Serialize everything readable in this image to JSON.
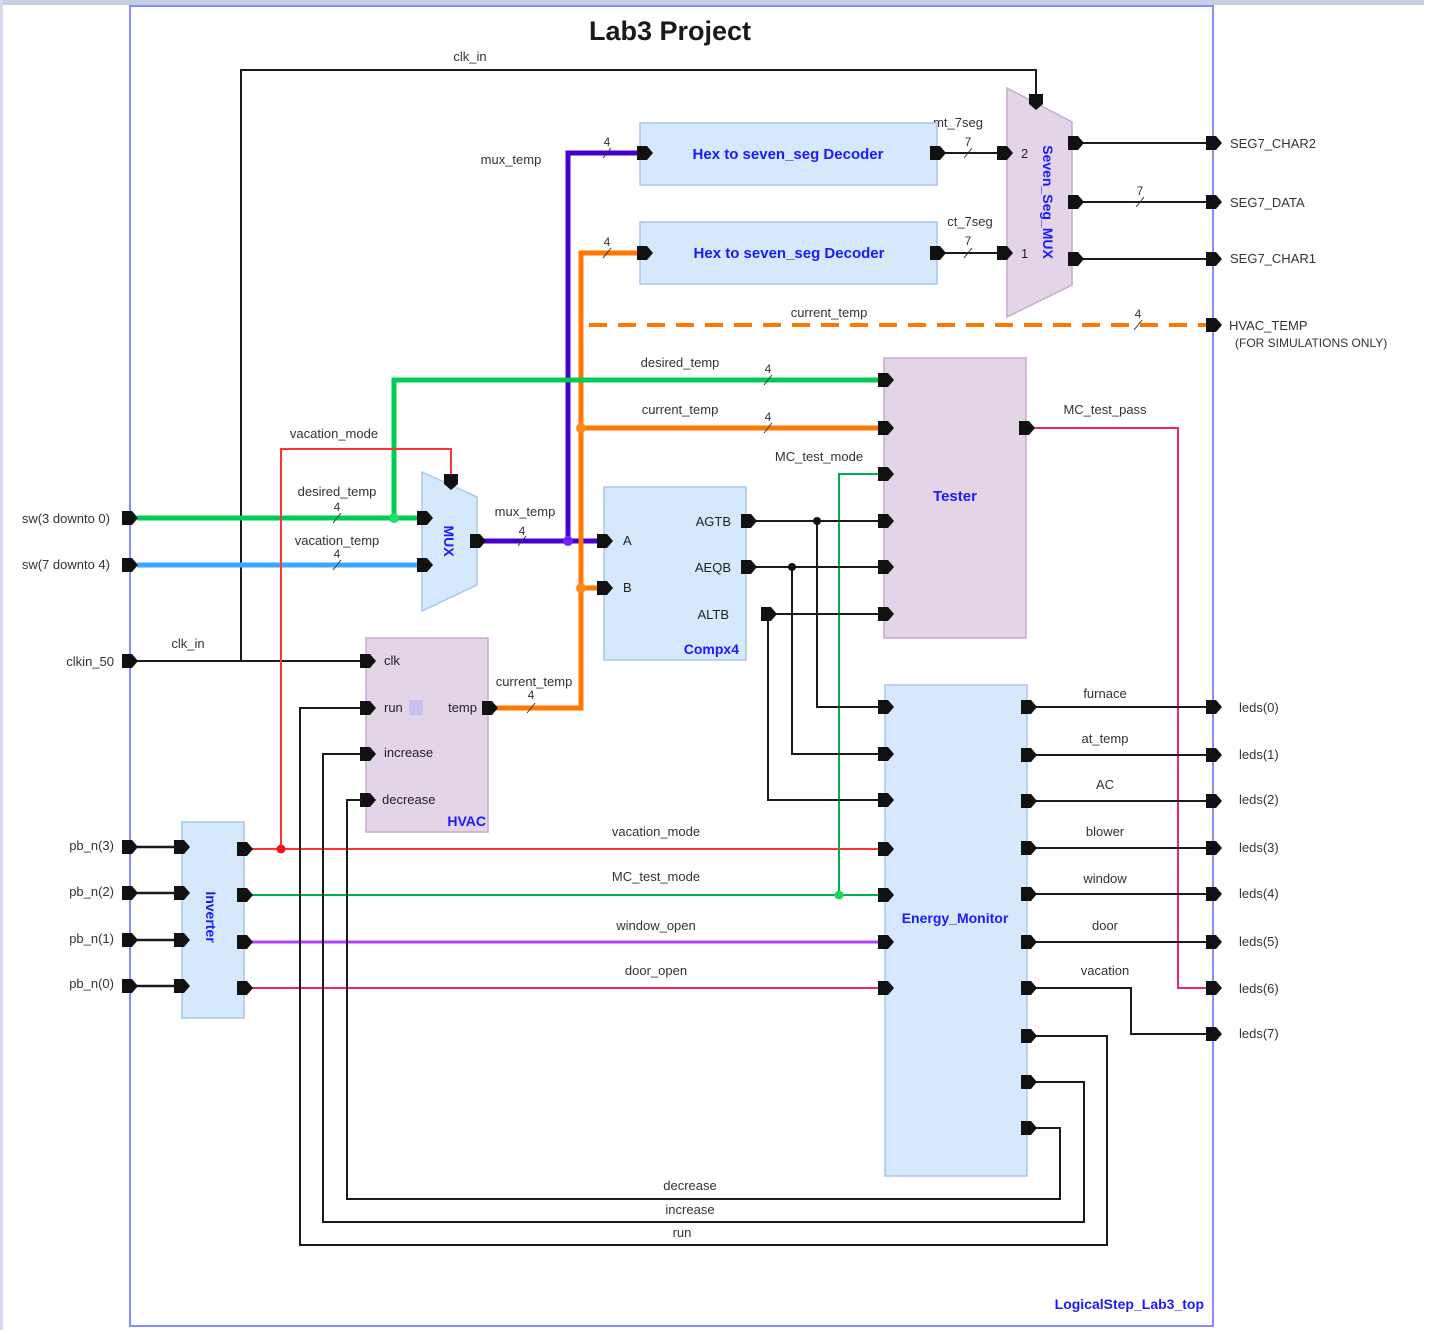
{
  "title": "Lab3 Project",
  "frame_label": "LogicalStep_Lab3_top",
  "colors": {
    "frame": "#8a8aff",
    "block_blue_fill": "#d6e8fc",
    "block_blue_stroke": "#a9c6ea",
    "block_purple_fill": "#e4d4e8",
    "block_purple_stroke": "#c9a9cf",
    "block_label": "#1a1aff",
    "wire_black": "#1a1a1a",
    "wire_green": "#00cc55",
    "wire_blue": "#3aa8ff",
    "wire_purple": "#4400cc",
    "wire_orange": "#ff7700",
    "wire_red": "#ff3333",
    "wire_test_green": "#00b050",
    "wire_violet": "#b040ff",
    "wire_pink": "#ee2277"
  },
  "inputs": {
    "sw_low": "sw(3 downto 0)",
    "sw_high": "sw(7 downto 4)",
    "clk": "clkin_50",
    "pb3": "pb_n(3)",
    "pb2": "pb_n(2)",
    "pb1": "pb_n(1)",
    "pb0": "pb_n(0)"
  },
  "outputs": {
    "seg7_char2": "SEG7_CHAR2",
    "seg7_data": "SEG7_DATA",
    "seg7_char1": "SEG7_CHAR1",
    "hvac_temp": "HVAC_TEMP",
    "hvac_temp_note": "(FOR SIMULATIONS ONLY)",
    "leds": [
      "leds(0)",
      "leds(1)",
      "leds(2)",
      "leds(3)",
      "leds(4)",
      "leds(5)",
      "leds(6)",
      "leds(7)"
    ]
  },
  "blocks": {
    "decoder_top": "Hex to seven_seg Decoder",
    "decoder_bottom": "Hex to seven_seg Decoder",
    "seven_seg_mux": "Seven_Seg_MUX",
    "mux": "MUX",
    "compx4": "Compx4",
    "tester": "Tester",
    "hvac": "HVAC",
    "inverter": "Inverter",
    "energy_monitor": "Energy_Monitor"
  },
  "ports": {
    "seg_mux_in2": "2",
    "seg_mux_in1": "1",
    "compx4_a": "A",
    "compx4_b": "B",
    "compx4_agtb": "AGTB",
    "compx4_aeqb": "AEQB",
    "compx4_altb": "ALTB",
    "hvac_clk": "clk",
    "hvac_run": "run",
    "hvac_increase": "increase",
    "hvac_decrease": "decrease",
    "hvac_temp": "temp"
  },
  "signals": {
    "clk_in_top": "clk_in",
    "clk_in_left": "clk_in",
    "mux_temp_top": "mux_temp",
    "mux_temp_mid": "mux_temp",
    "mt_7seg": "mt_7seg",
    "ct_7seg": "ct_7seg",
    "current_temp_dashed": "current_temp",
    "desired_temp_top": "desired_temp",
    "current_temp_tester": "current_temp",
    "mc_test_mode_tester": "MC_test_mode",
    "mc_test_pass": "MC_test_pass",
    "vacation_mode_top": "vacation_mode",
    "desired_temp_left": "desired_temp",
    "vacation_temp": "vacation_temp",
    "current_temp_hvac": "current_temp",
    "vacation_mode_bottom": "vacation_mode",
    "mc_test_mode_bottom": "MC_test_mode",
    "window_open": "window_open",
    "door_open": "door_open",
    "furnace": "furnace",
    "at_temp": "at_temp",
    "ac": "AC",
    "blower": "blower",
    "window": "window",
    "door": "door",
    "vacation": "vacation",
    "decrease": "decrease",
    "increase": "increase",
    "run": "run"
  },
  "bus_widths": {
    "four": "4",
    "seven": "7"
  }
}
